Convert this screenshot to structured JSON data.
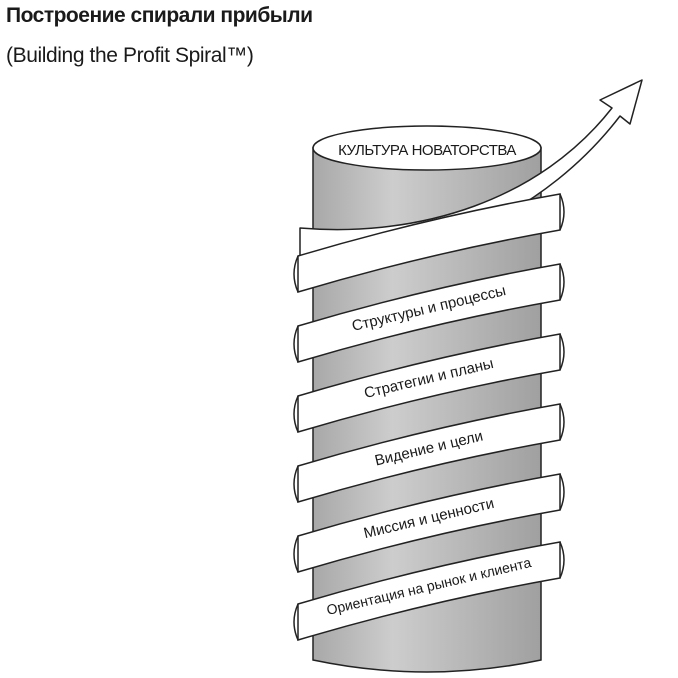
{
  "title": "Построение спирали прибыли",
  "subtitle": "(Building the Profit Spiral™)",
  "top_label": "КУЛЬТУРА НОВАТОРСТВА",
  "bands": [
    "",
    "Структуры и процессы",
    "Стратегии и планы",
    "Видение и цели",
    "Миссия и ценности",
    "Ориентация на рынок и клиента"
  ],
  "colors": {
    "cylinder": "#bdbdbd",
    "cylinder_shadow": "#9e9e9e",
    "band_fill": "#ffffff",
    "outline": "#222222"
  }
}
